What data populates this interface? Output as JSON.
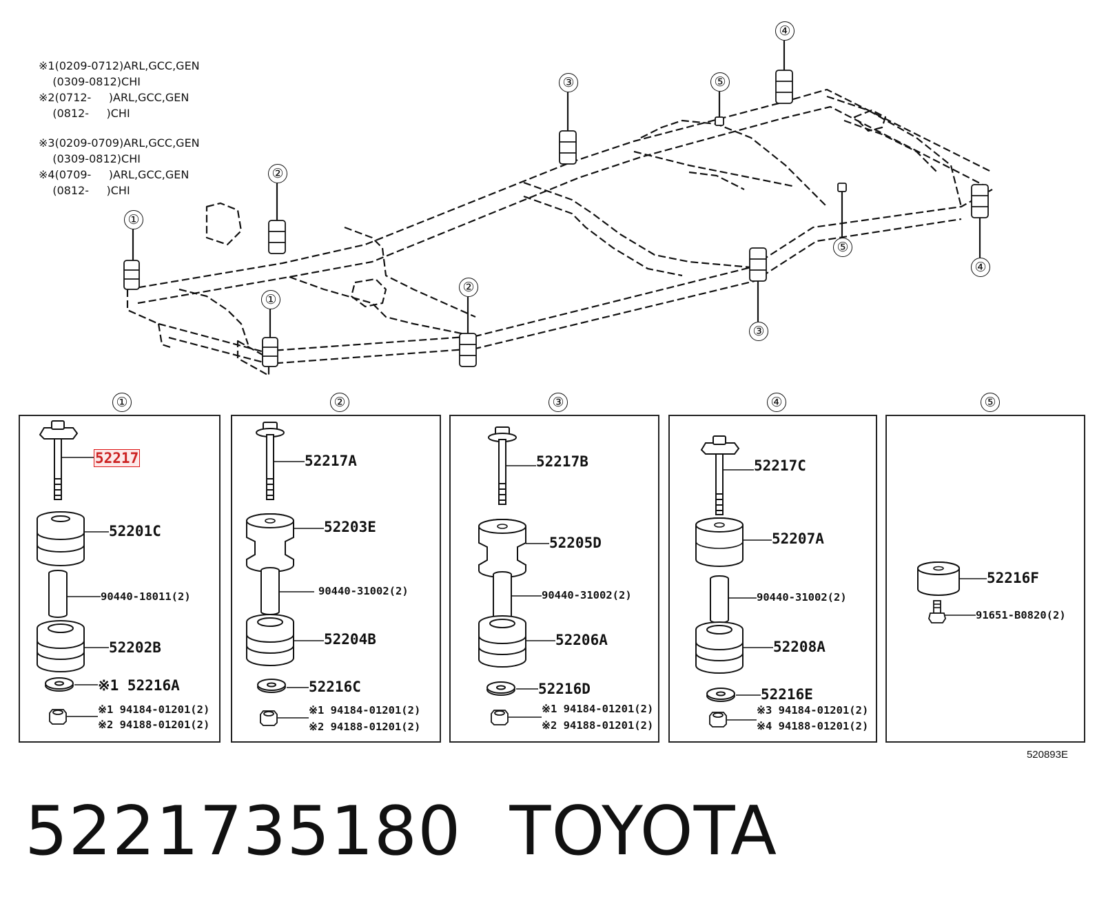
{
  "notes": [
    "※1(0209-0712)ARL,GCC,GEN",
    "    (0309-0812)CHI",
    "※2(0712-     )ARL,GCC,GEN",
    "    (0812-     )CHI",
    "",
    "※3(0209-0709)ARL,GCC,GEN",
    "    (0309-0812)CHI",
    "※4(0709-     )ARL,GCC,GEN",
    "    (0812-     )CHI"
  ],
  "callouts": [
    "①",
    "②",
    "③",
    "④",
    "⑤"
  ],
  "panels": [
    {
      "number": "①",
      "bolt": "52217",
      "upper_cushion": "52201C",
      "collar": "90440-18011(2)",
      "lower_cushion": "52202B",
      "washer": "※1 52216A",
      "nut1": "※1 94184-01201(2)",
      "nut2": "※2 94188-01201(2)"
    },
    {
      "number": "②",
      "bolt": "52217A",
      "upper_cushion": "52203E",
      "collar": "90440-31002(2)",
      "lower_cushion": "52204B",
      "washer": "52216C",
      "nut1": "※1 94184-01201(2)",
      "nut2": "※2 94188-01201(2)"
    },
    {
      "number": "③",
      "bolt": "52217B",
      "upper_cushion": "52205D",
      "collar": "90440-31002(2)",
      "lower_cushion": "52206A",
      "washer": "52216D",
      "nut1": "※1 94184-01201(2)",
      "nut2": "※2 94188-01201(2)"
    },
    {
      "number": "④",
      "bolt": "52217C",
      "upper_cushion": "52207A",
      "collar": "90440-31002(2)",
      "lower_cushion": "52208A",
      "washer": "52216E",
      "nut1": "※3 94184-01201(2)",
      "nut2": "※4 94188-01201(2)"
    },
    {
      "number": "⑤",
      "cushion": "52216F",
      "bolt": "91651-B0820(2)"
    }
  ],
  "diagram_code": "520893E",
  "part_number": "5221735180",
  "brand": "TOYOTA",
  "colors": {
    "ink": "#111111",
    "highlight": "#dd1111"
  }
}
